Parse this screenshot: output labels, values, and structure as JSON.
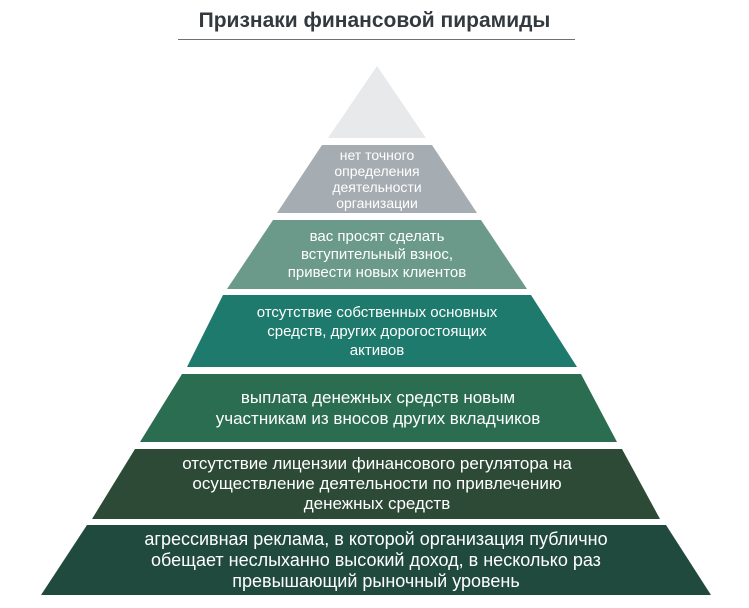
{
  "title": "Признаки финансовой пирамиды",
  "colors": {
    "apex": "#e7e9eb",
    "tier1": "#a5acb2",
    "tier2": "#6c9a8a",
    "tier3": "#1d7a6c",
    "tier4": "#2a6d50",
    "tier5": "#2c4a36",
    "tier6": "#214a3e",
    "text": "#ffffff",
    "title": "#333a3f"
  },
  "tiers": [
    {
      "lines": [
        "нет точного",
        "определения",
        "деятельности",
        "организации"
      ]
    },
    {
      "lines": [
        "вас просят сделать",
        "вступительный взнос,",
        "привести новых клиентов"
      ]
    },
    {
      "lines": [
        "отсутствие собственных основных",
        "средств, других дорогостоящих",
        "активов"
      ]
    },
    {
      "lines": [
        "выплата денежных средств новым",
        "участникам из вносов других вкладчиков"
      ]
    },
    {
      "lines": [
        "отсутствие лицензии финансового регулятора на",
        "осуществление деятельности по привлечению",
        "денежных средств"
      ]
    },
    {
      "lines": [
        "агрессивная реклама, в которой организация публично",
        "обещает неслыханно высокий доход, в несколько раз",
        "превышающий рыночный уровень"
      ]
    }
  ]
}
